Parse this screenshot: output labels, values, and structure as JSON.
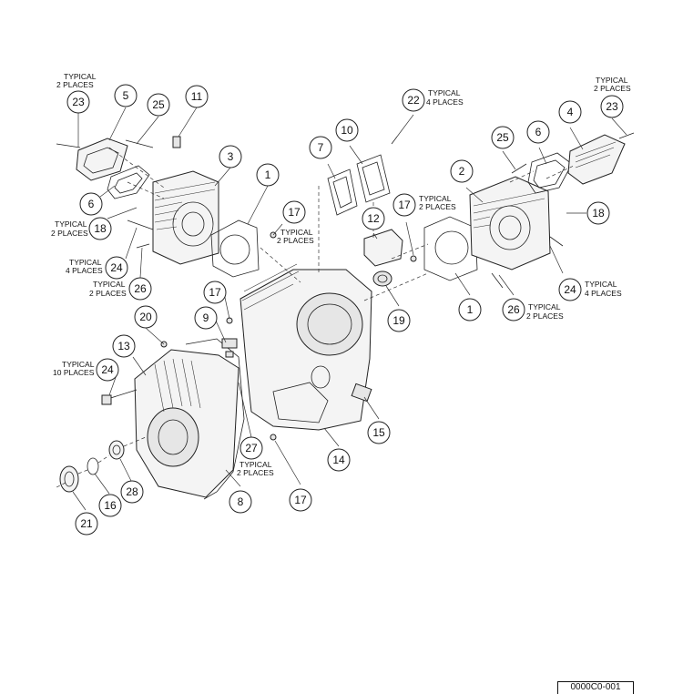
{
  "callouts": {
    "c23a": "23",
    "c5": "5",
    "c25a": "25",
    "c11": "11",
    "c3": "3",
    "c6a": "6",
    "c18a": "18",
    "c24a": "24",
    "c26a": "26",
    "c1a": "1",
    "c17a": "17",
    "c17b": "17",
    "c9": "9",
    "c20": "20",
    "c13": "13",
    "c24b": "24",
    "c27": "27",
    "c8": "8",
    "c28": "28",
    "c16": "16",
    "c21": "21",
    "c14": "14",
    "c15": "15",
    "c17c": "17",
    "c7": "7",
    "c10": "10",
    "c12": "12",
    "c19": "19",
    "c22": "22",
    "c17d": "17",
    "c2": "2",
    "c25b": "25",
    "c6b": "6",
    "c4": "4",
    "c23b": "23",
    "c18b": "18",
    "c24c": "24",
    "c26b": "26",
    "c1b": "1"
  },
  "notes": {
    "typical": "TYPICAL",
    "two_places": "2 PLACES",
    "four_places": "4 PLACES",
    "ten_places": "10 PLACES"
  },
  "figure_id": "0000C0-001"
}
